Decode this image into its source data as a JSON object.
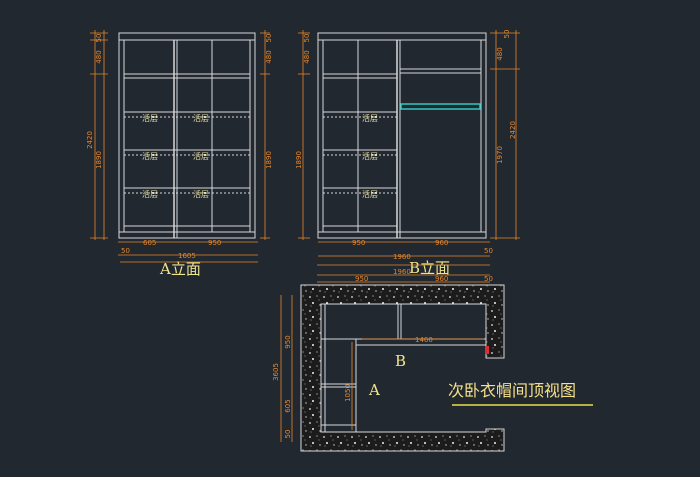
{
  "drawing": {
    "elevation_a": {
      "title": "A立面",
      "dim_left_total": "2420",
      "dim_left_top": "50",
      "dim_left_upper": "480",
      "dim_left_main": "1890",
      "dim_right_total": "50",
      "dim_right_upper": "480",
      "dim_right_main": "1890",
      "dim_bottom_50": "50",
      "dim_bottom_605": "605",
      "dim_bottom_950": "950",
      "dim_bottom_total": "1605",
      "shelf_label": "活层"
    },
    "elevation_b": {
      "title": "B立面",
      "dim_left_top": "50",
      "dim_left_upper": "480",
      "dim_left_main": "1890",
      "dim_right_top": "50",
      "dim_right_upper": "480",
      "dim_right_main": "1970",
      "dim_right_total": "2420",
      "dim_bottom_950": "950",
      "dim_bottom_960": "960",
      "dim_bottom_50": "50",
      "dim_bottom_total": "1960",
      "shelf_label": "活层"
    },
    "plan": {
      "title": "次卧衣帽间顶视图",
      "dim_top_total": "1960",
      "dim_top_950": "950",
      "dim_top_960": "960",
      "dim_top_50": "50",
      "dim_inner": "1460",
      "dim_left_total": "3605",
      "dim_left_950": "950",
      "dim_left_605": "605",
      "dim_left_50": "50",
      "dim_left_inner": "1050",
      "label_a": "A",
      "label_b": "B"
    }
  },
  "colors": {
    "background": "#212830",
    "lines": "#d8d8d8",
    "dimension": "#e6862a",
    "title": "#f0e68c",
    "rail": "#2fc9c2",
    "underline": "#b8b040"
  }
}
